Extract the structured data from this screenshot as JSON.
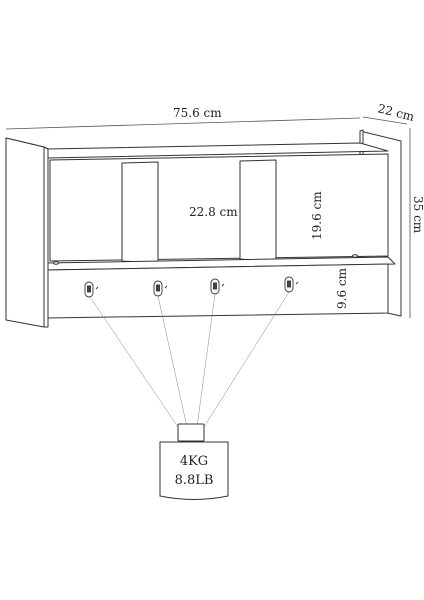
{
  "dimensions": {
    "width": "75.6 cm",
    "depth": "22 cm",
    "height": "35 cm",
    "compartment_width": "22.8 cm",
    "compartment_height": "19.6 cm",
    "hook_rail_height": "9.6 cm"
  },
  "weight_label": {
    "metric": "4KG",
    "imperial": "8.8LB"
  },
  "hooks": [
    "hook-1",
    "hook-2",
    "hook-3",
    "hook-4"
  ]
}
